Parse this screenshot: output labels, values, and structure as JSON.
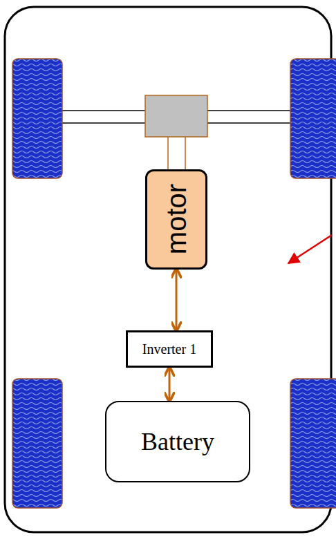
{
  "diagram": {
    "nodes": [
      {
        "text": [
          "motor"
        ]
      },
      {
        "text": [
          "Inverter 1"
        ]
      },
      {
        "text": [
          "Battery"
        ]
      }
    ],
    "edges": [
      {
        "from": 0,
        "to": 1,
        "arrow": "both"
      },
      {
        "from": 1,
        "to": 2,
        "arrow": "both"
      }
    ]
  }
}
